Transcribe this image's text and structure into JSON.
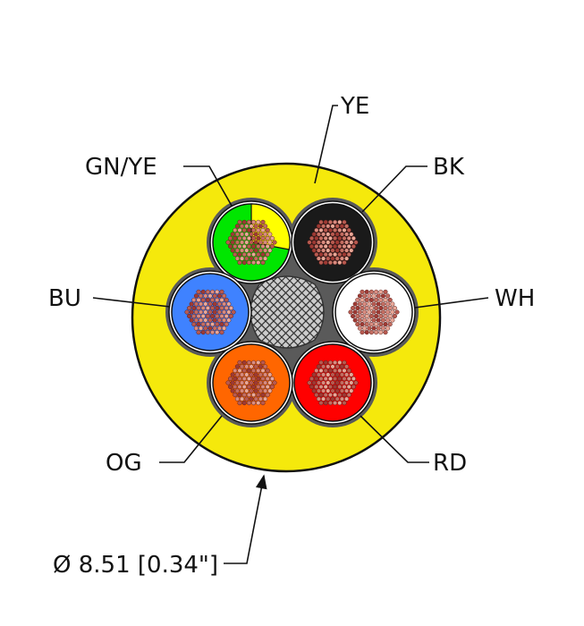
{
  "title": "Cable cross-section",
  "jacket": {
    "label": "YE",
    "color": "#F5E90C"
  },
  "conductors": [
    {
      "id": "gnye",
      "label": "GN/YE",
      "color": "#00E600",
      "stripe": "#FFFF00"
    },
    {
      "id": "bk",
      "label": "BK",
      "color": "#1A1A1A"
    },
    {
      "id": "wh",
      "label": "WH",
      "color": "#FFFFFF"
    },
    {
      "id": "rd",
      "label": "RD",
      "color": "#FF0000"
    },
    {
      "id": "og",
      "label": "OG",
      "color": "#FF6600"
    },
    {
      "id": "bu",
      "label": "BU",
      "color": "#3F82FF"
    }
  ],
  "filler_color": "#CCCCCC",
  "core_color": "#5A5A5A",
  "dimension": {
    "text": "Ø 8.51 [0.34\"]"
  }
}
